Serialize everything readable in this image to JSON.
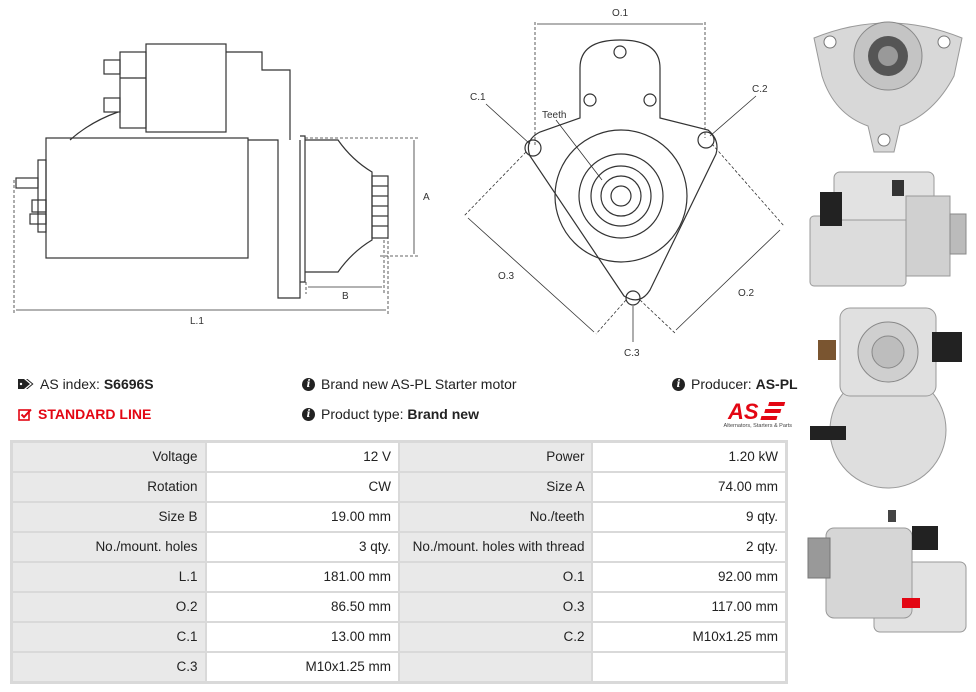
{
  "diagram": {
    "labels": {
      "a": "A",
      "b": "B",
      "l1": "L.1",
      "o1": "O.1",
      "o2": "O.2",
      "o3": "O.3",
      "c1": "C.1",
      "c2": "C.2",
      "c3": "C.3",
      "teeth": "Teeth"
    }
  },
  "product": {
    "index_label": "AS index:",
    "index_value": "S6696S",
    "line_label": "STANDARD LINE",
    "description": "Brand new AS-PL Starter motor",
    "type_label": "Product type:",
    "type_value": "Brand new",
    "producer_label": "Producer:",
    "producer_value": "AS-PL",
    "logo_text": "AS",
    "logo_subtitle": "Alternators, Starters & Parts"
  },
  "specs": [
    [
      {
        "label": "Voltage",
        "value": "12 V"
      },
      {
        "label": "Power",
        "value": "1.20 kW"
      }
    ],
    [
      {
        "label": "Rotation",
        "value": "CW"
      },
      {
        "label": "Size A",
        "value": "74.00 mm"
      }
    ],
    [
      {
        "label": "Size B",
        "value": "19.00 mm"
      },
      {
        "label": "No./teeth",
        "value": "9 qty."
      }
    ],
    [
      {
        "label": "No./mount. holes",
        "value": "3 qty."
      },
      {
        "label": "No./mount. holes with thread",
        "value": "2 qty."
      }
    ],
    [
      {
        "label": "L.1",
        "value": "181.00 mm"
      },
      {
        "label": "O.1",
        "value": "92.00 mm"
      }
    ],
    [
      {
        "label": "O.2",
        "value": "86.50 mm"
      },
      {
        "label": "O.3",
        "value": "117.00 mm"
      }
    ],
    [
      {
        "label": "C.1",
        "value": "13.00 mm"
      },
      {
        "label": "C.2",
        "value": "M10x1.25 mm"
      }
    ],
    [
      {
        "label": "C.3",
        "value": "M10x1.25 mm"
      },
      {
        "label": "",
        "value": ""
      }
    ]
  ],
  "colors": {
    "accent_red": "#e30613",
    "label_bg": "#e9e9e9",
    "border": "#d9d9d9"
  }
}
